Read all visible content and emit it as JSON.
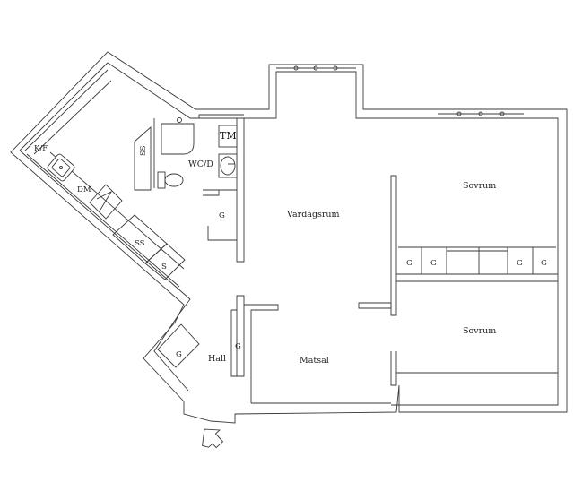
{
  "rooms": {
    "kitchen_sink": "K/F",
    "dishwasher": "DM",
    "kitchen_cabinet_ss_upper": "SS",
    "kitchen_cabinet_ss_lower": "SS",
    "kitchen_cabinet_s": "S",
    "bathroom": "WC/D",
    "washing_machine": "TM",
    "bath_closet": "G",
    "living_room": "Vardagsrum",
    "bedroom_top": "Sovrum",
    "bedroom_bottom": "Sovrum",
    "dining": "Matsal",
    "hall": "Hall",
    "hall_closet_left": "G",
    "hall_closet_right": "G",
    "wardrobe_1": "G",
    "wardrobe_2": "G",
    "wardrobe_3": "G",
    "wardrobe_4": "G"
  }
}
